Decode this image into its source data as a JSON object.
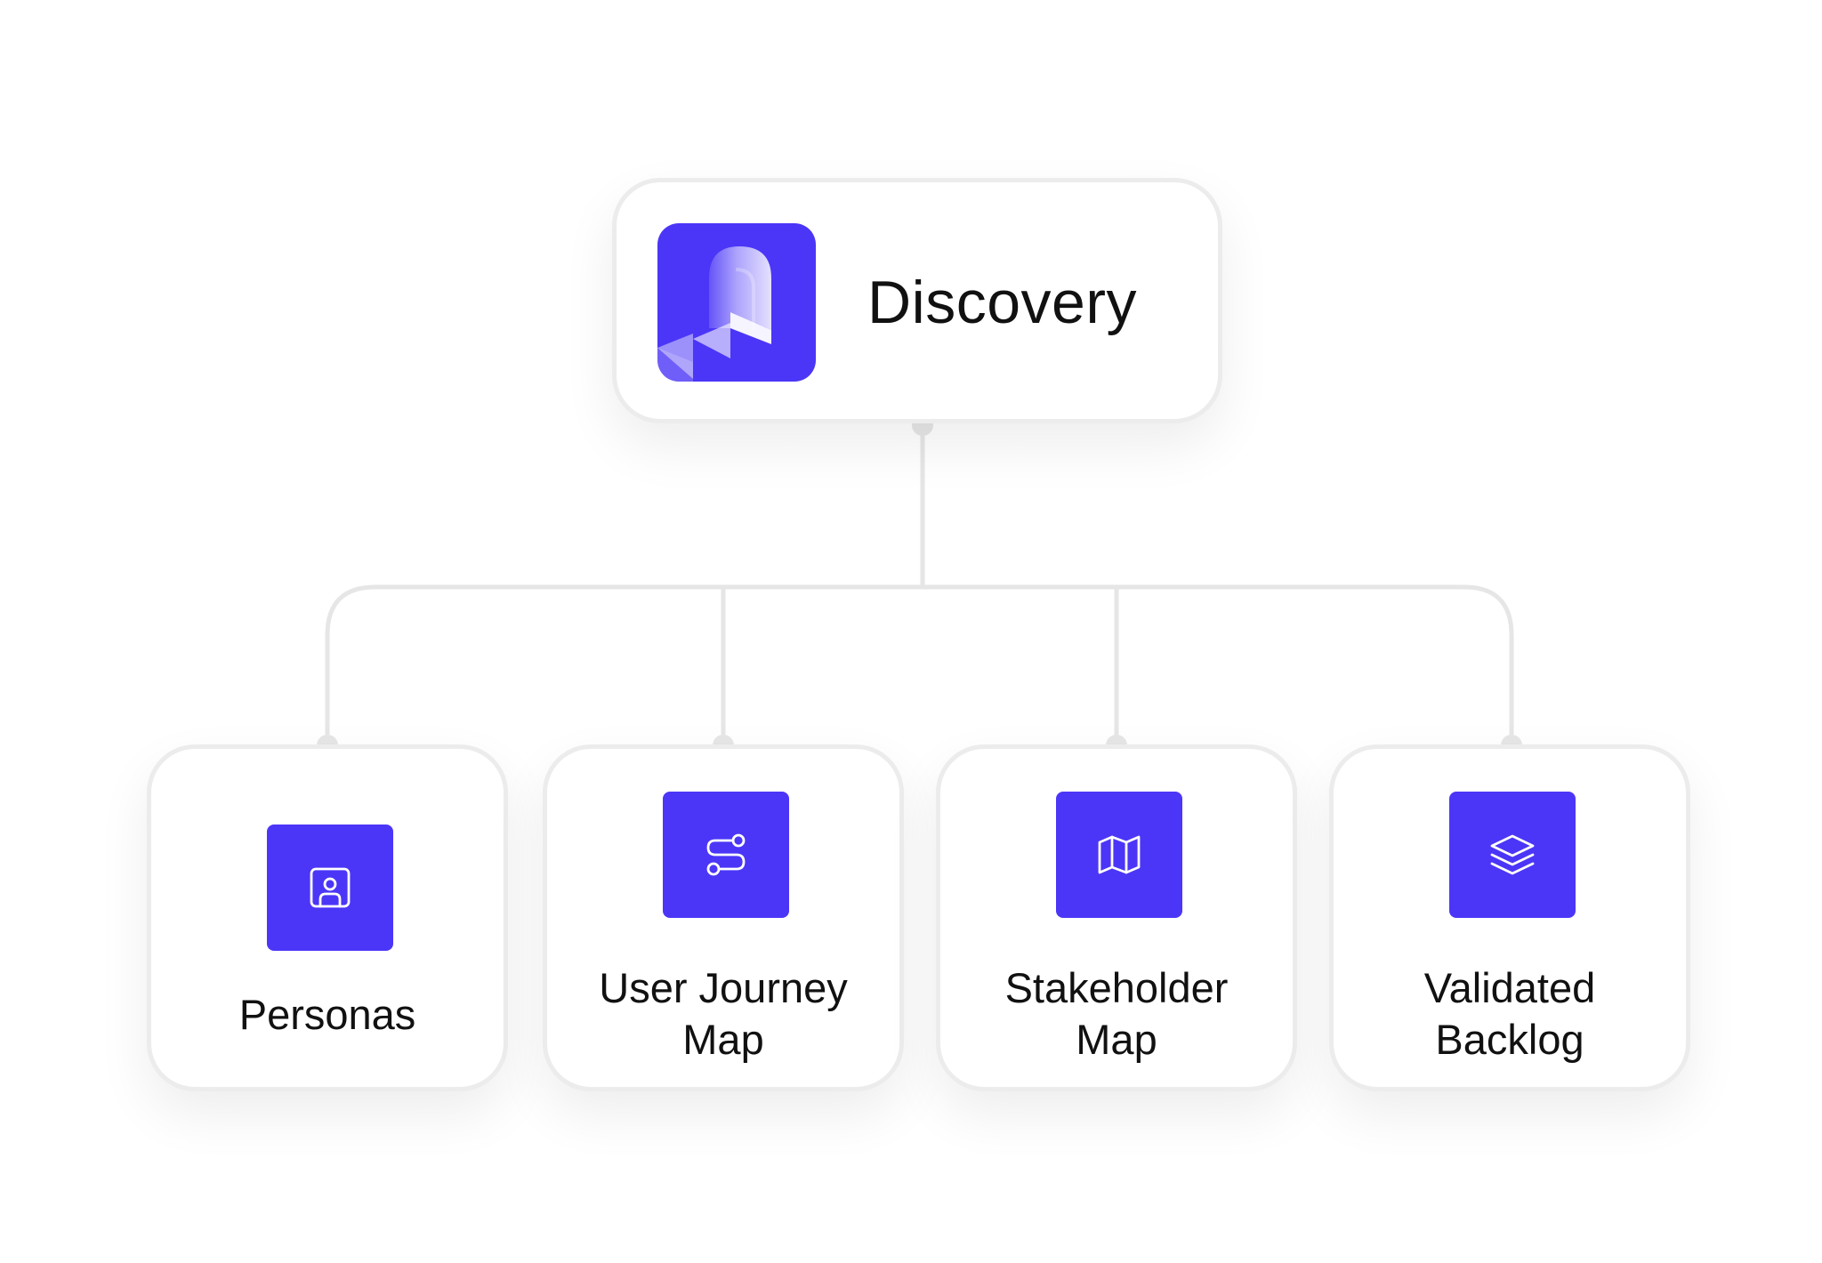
{
  "root": {
    "title": "Discovery",
    "logo_icon": "portal-arch-logo-icon"
  },
  "colors": {
    "accent": "#4b36f7",
    "border": "#ececec",
    "connector": "#e6e6e6",
    "text": "#111111"
  },
  "children": [
    {
      "label_lines": [
        "Personas"
      ],
      "icon": "persona-card-icon"
    },
    {
      "label_lines": [
        "User Journey",
        "Map"
      ],
      "icon": "route-path-icon"
    },
    {
      "label_lines": [
        "Stakeholder",
        "Map"
      ],
      "icon": "folded-map-icon"
    },
    {
      "label_lines": [
        "Validated",
        "Backlog"
      ],
      "icon": "layers-stack-icon"
    }
  ]
}
